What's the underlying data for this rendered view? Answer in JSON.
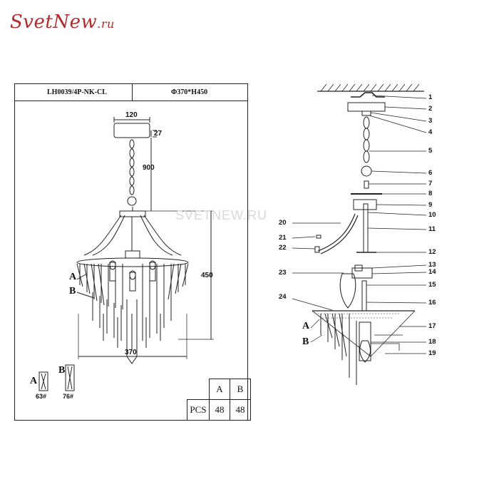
{
  "brand": {
    "name": "SvetNew",
    "domain": ".ru"
  },
  "header": {
    "model": "LH0039/4P-NK-CL",
    "size": "Φ370*H450"
  },
  "dimensions": {
    "canopy_width": "120",
    "canopy_height": "27",
    "chain_length": "900",
    "height": "450",
    "width": "370"
  },
  "crystals": {
    "tier_a": "A",
    "tier_b": "B",
    "crystal_a_label": "A",
    "crystal_a_count": "63#",
    "crystal_b_label": "B",
    "crystal_b_count": "76#"
  },
  "pcs_table": {
    "col_a": "A",
    "col_b": "B",
    "row_label": "PCS",
    "a_value": "48",
    "b_value": "48"
  },
  "watermark": "SVETNEW.RU",
  "exploded_view": {
    "tier_a": "A",
    "tier_b": "B",
    "right_parts": [
      "1",
      "2",
      "3",
      "4",
      "5",
      "6",
      "7",
      "8",
      "9",
      "10",
      "11",
      "12",
      "13",
      "14",
      "15",
      "16",
      "17",
      "18",
      "19"
    ],
    "left_parts": [
      "20",
      "21",
      "22",
      "23",
      "24"
    ]
  }
}
